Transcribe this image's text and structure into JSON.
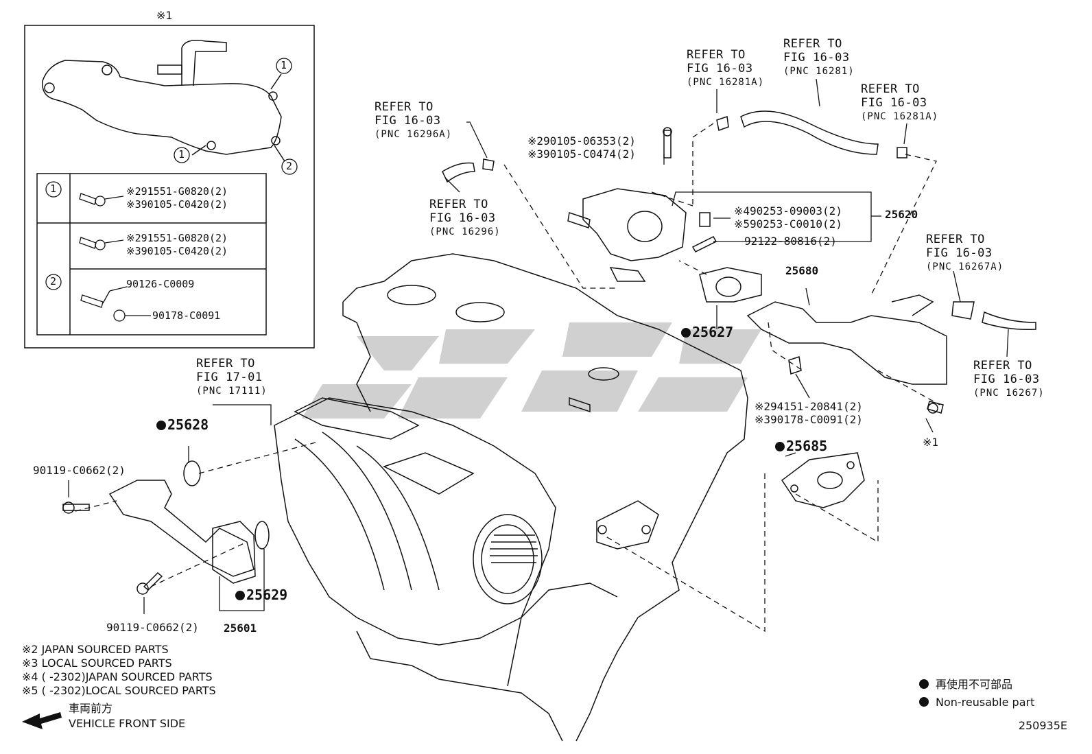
{
  "figure_number": "250935E",
  "inset": {
    "title": "※1",
    "callouts": [
      "1",
      "1",
      "2"
    ],
    "table": [
      {
        "key": "1",
        "lines": [
          "※291551-G0820(2)",
          "※390105-C0420(2)"
        ]
      },
      {
        "key": "2",
        "lines_a": [
          "※291551-G0820(2)",
          "※390105-C0420(2)"
        ],
        "lines_b": [
          "90126-C0009",
          "90178-C0091"
        ]
      }
    ]
  },
  "refs": {
    "r16296a": {
      "l1": "REFER TO",
      "l2": "FIG 16-03",
      "l3": "(PNC 16296A)"
    },
    "r16296": {
      "l1": "REFER TO",
      "l2": "FIG 16-03",
      "l3": "(PNC 16296)"
    },
    "r16281a_1": {
      "l1": "REFER TO",
      "l2": "FIG 16-03",
      "l3": "(PNC 16281A)"
    },
    "r16281": {
      "l1": "REFER TO",
      "l2": "FIG 16-03",
      "l3": "(PNC 16281)"
    },
    "r16281a_2": {
      "l1": "REFER TO",
      "l2": "FIG 16-03",
      "l3": "(PNC 16281A)"
    },
    "r16267a": {
      "l1": "REFER TO",
      "l2": "FIG 16-03",
      "l3": "(PNC 16267A)"
    },
    "r16267": {
      "l1": "REFER TO",
      "l2": "FIG 16-03",
      "l3": "(PNC 16267)"
    },
    "r17111": {
      "l1": "REFER TO",
      "l2": "FIG 17-01",
      "l3": "(PNC 17111)"
    }
  },
  "parts": {
    "bolt_upper_1": "※290105-06353(2)",
    "bolt_upper_2": "※390105-C0474(2)",
    "pin_1": "※490253-09003(2)",
    "pin_2": "※590253-C0010(2)",
    "stud": "92122-80816(2)",
    "p25620": "25620",
    "p25680": "25680",
    "p25627": "25627",
    "nut_1": "※294151-20841(2)",
    "nut_2": "※390178-C0091(2)",
    "mark_1": "※1",
    "p25685": "25685",
    "p25628": "25628",
    "bolt_left_1": "90119-C0662(2)",
    "bolt_left_2": "90119-C0662(2)",
    "p25629": "25629",
    "p25601": "25601"
  },
  "notes": [
    "※2  JAPAN SOURCED PARTS",
    "※3  LOCAL SOURCED PARTS",
    "※4 (       -2302)JAPAN SOURCED PARTS",
    "※5 (       -2302)LOCAL SOURCED PARTS"
  ],
  "legend": {
    "jp": "再使用不可部品",
    "en": "Non-reusable part"
  },
  "front": {
    "jp": "車両前方",
    "en": "VEHICLE FRONT SIDE"
  },
  "watermark_text": "SSGC"
}
